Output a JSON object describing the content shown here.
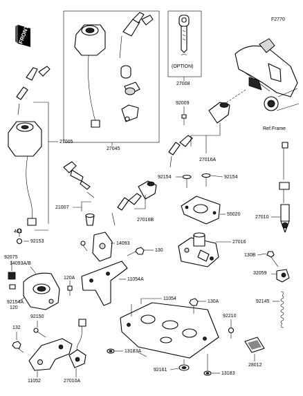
{
  "diagram_code": "F2770",
  "front_badge": "FRONT",
  "option_label": "(OPTION)",
  "ref_frame_label": "Ref.Frame",
  "parts": {
    "p27005": "27005",
    "p27045": "27045",
    "p27008": "27008",
    "p92009": "92009",
    "p27016A": "27016A",
    "p21007": "21007",
    "p27016B": "27016B",
    "p461": "461",
    "p92153": "92153",
    "p92075": "92075",
    "p14093AB": "14093A/B",
    "p14093": "14093",
    "p130": "130",
    "p120A": "120A",
    "p11054A": "11054A",
    "p92154A": "92154A",
    "p120": "120",
    "p92154_left": "92154",
    "p92154_right": "92154",
    "p55020": "55020",
    "p27016": "27016",
    "p27010": "27010",
    "p130B": "130B",
    "p32059": "32059",
    "p11054": "11054",
    "p130A": "130A",
    "p92145": "92145",
    "p92150": "92150",
    "p132": "132",
    "p92210": "92210",
    "p13183A": "13183A",
    "p28012": "28012",
    "p11052": "11052",
    "p27010A": "27010A",
    "p92161": "92161",
    "p13183": "13183"
  }
}
